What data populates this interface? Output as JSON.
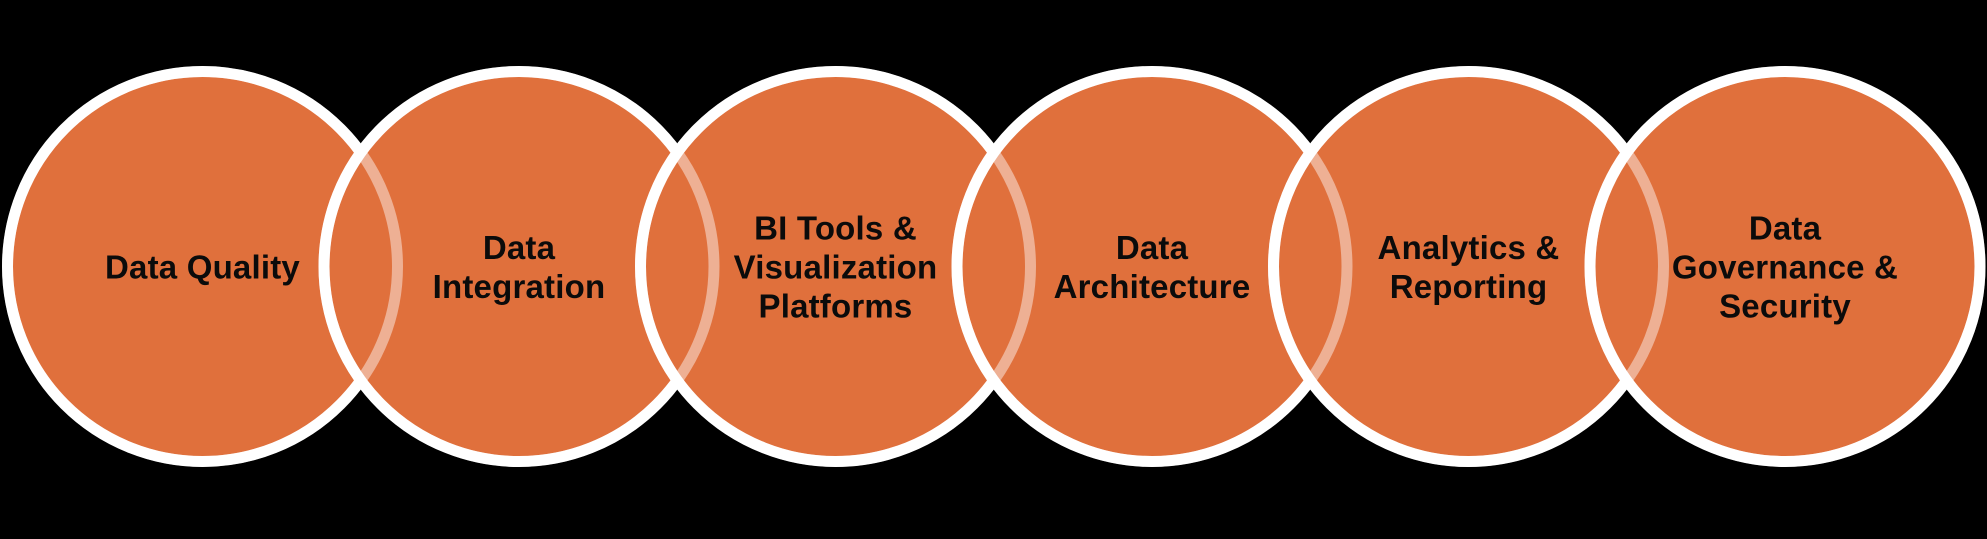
{
  "diagram": {
    "circles": [
      {
        "label": "Data Quality"
      },
      {
        "label": "Data\nIntegration"
      },
      {
        "label": "BI Tools &\nVisualization\nPlatforms"
      },
      {
        "label": "Data\nArchitecture"
      },
      {
        "label": "Analytics &\nReporting"
      },
      {
        "label": "Data\nGovernance &\nSecurity"
      }
    ]
  },
  "colors": {
    "background": "#000000",
    "circle_fill": "#E0703C",
    "circle_outline": "#FFFFFF",
    "overlap_outline_tint": "#EFB18D",
    "label_text": "#0B0B0B"
  }
}
